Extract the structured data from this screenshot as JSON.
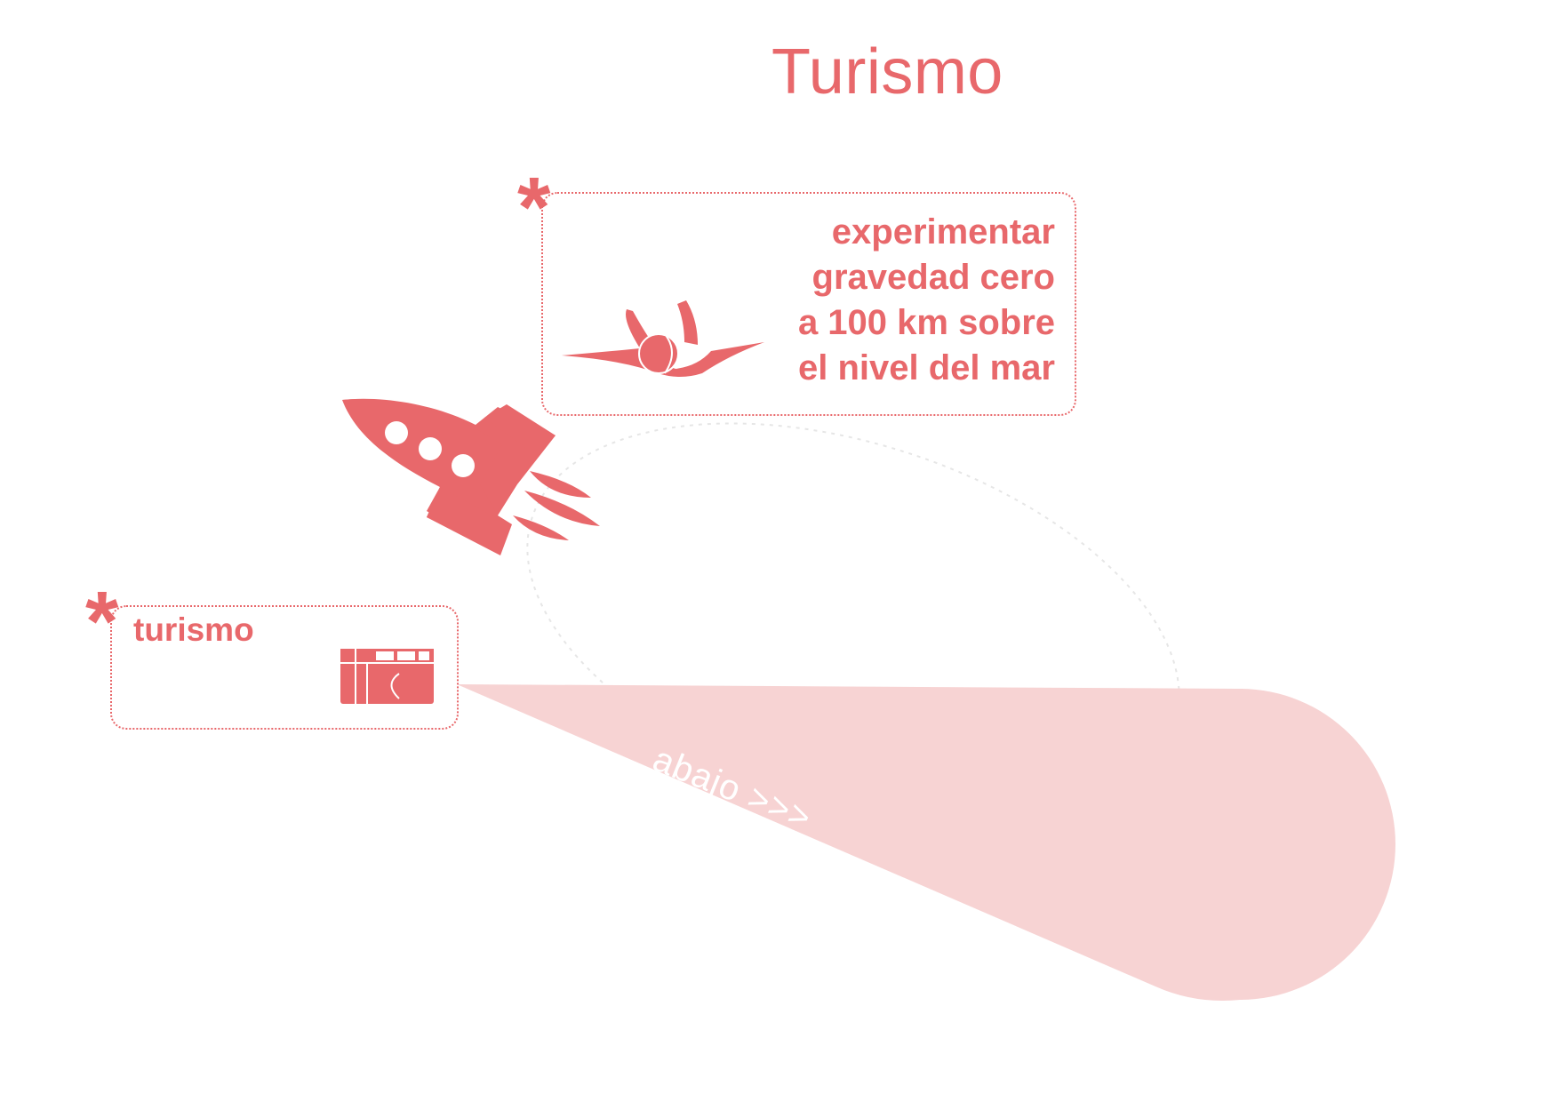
{
  "title": "Turismo",
  "callouts": {
    "experiment": {
      "marker": "*",
      "lines": [
        "experimentar",
        "gravedad cero",
        "a 100 km sobre",
        "el nivel del mar"
      ],
      "icon": "skydiver-icon"
    },
    "tourism": {
      "marker": "*",
      "label": "turismo",
      "icon": "camera-icon"
    }
  },
  "beam": {
    "label": "abajo >>>"
  },
  "rocket": {
    "icon": "rocket-icon"
  },
  "colors": {
    "accent": "#e8686b",
    "beam": "#f7d3d3",
    "orbit": "#ececec"
  }
}
